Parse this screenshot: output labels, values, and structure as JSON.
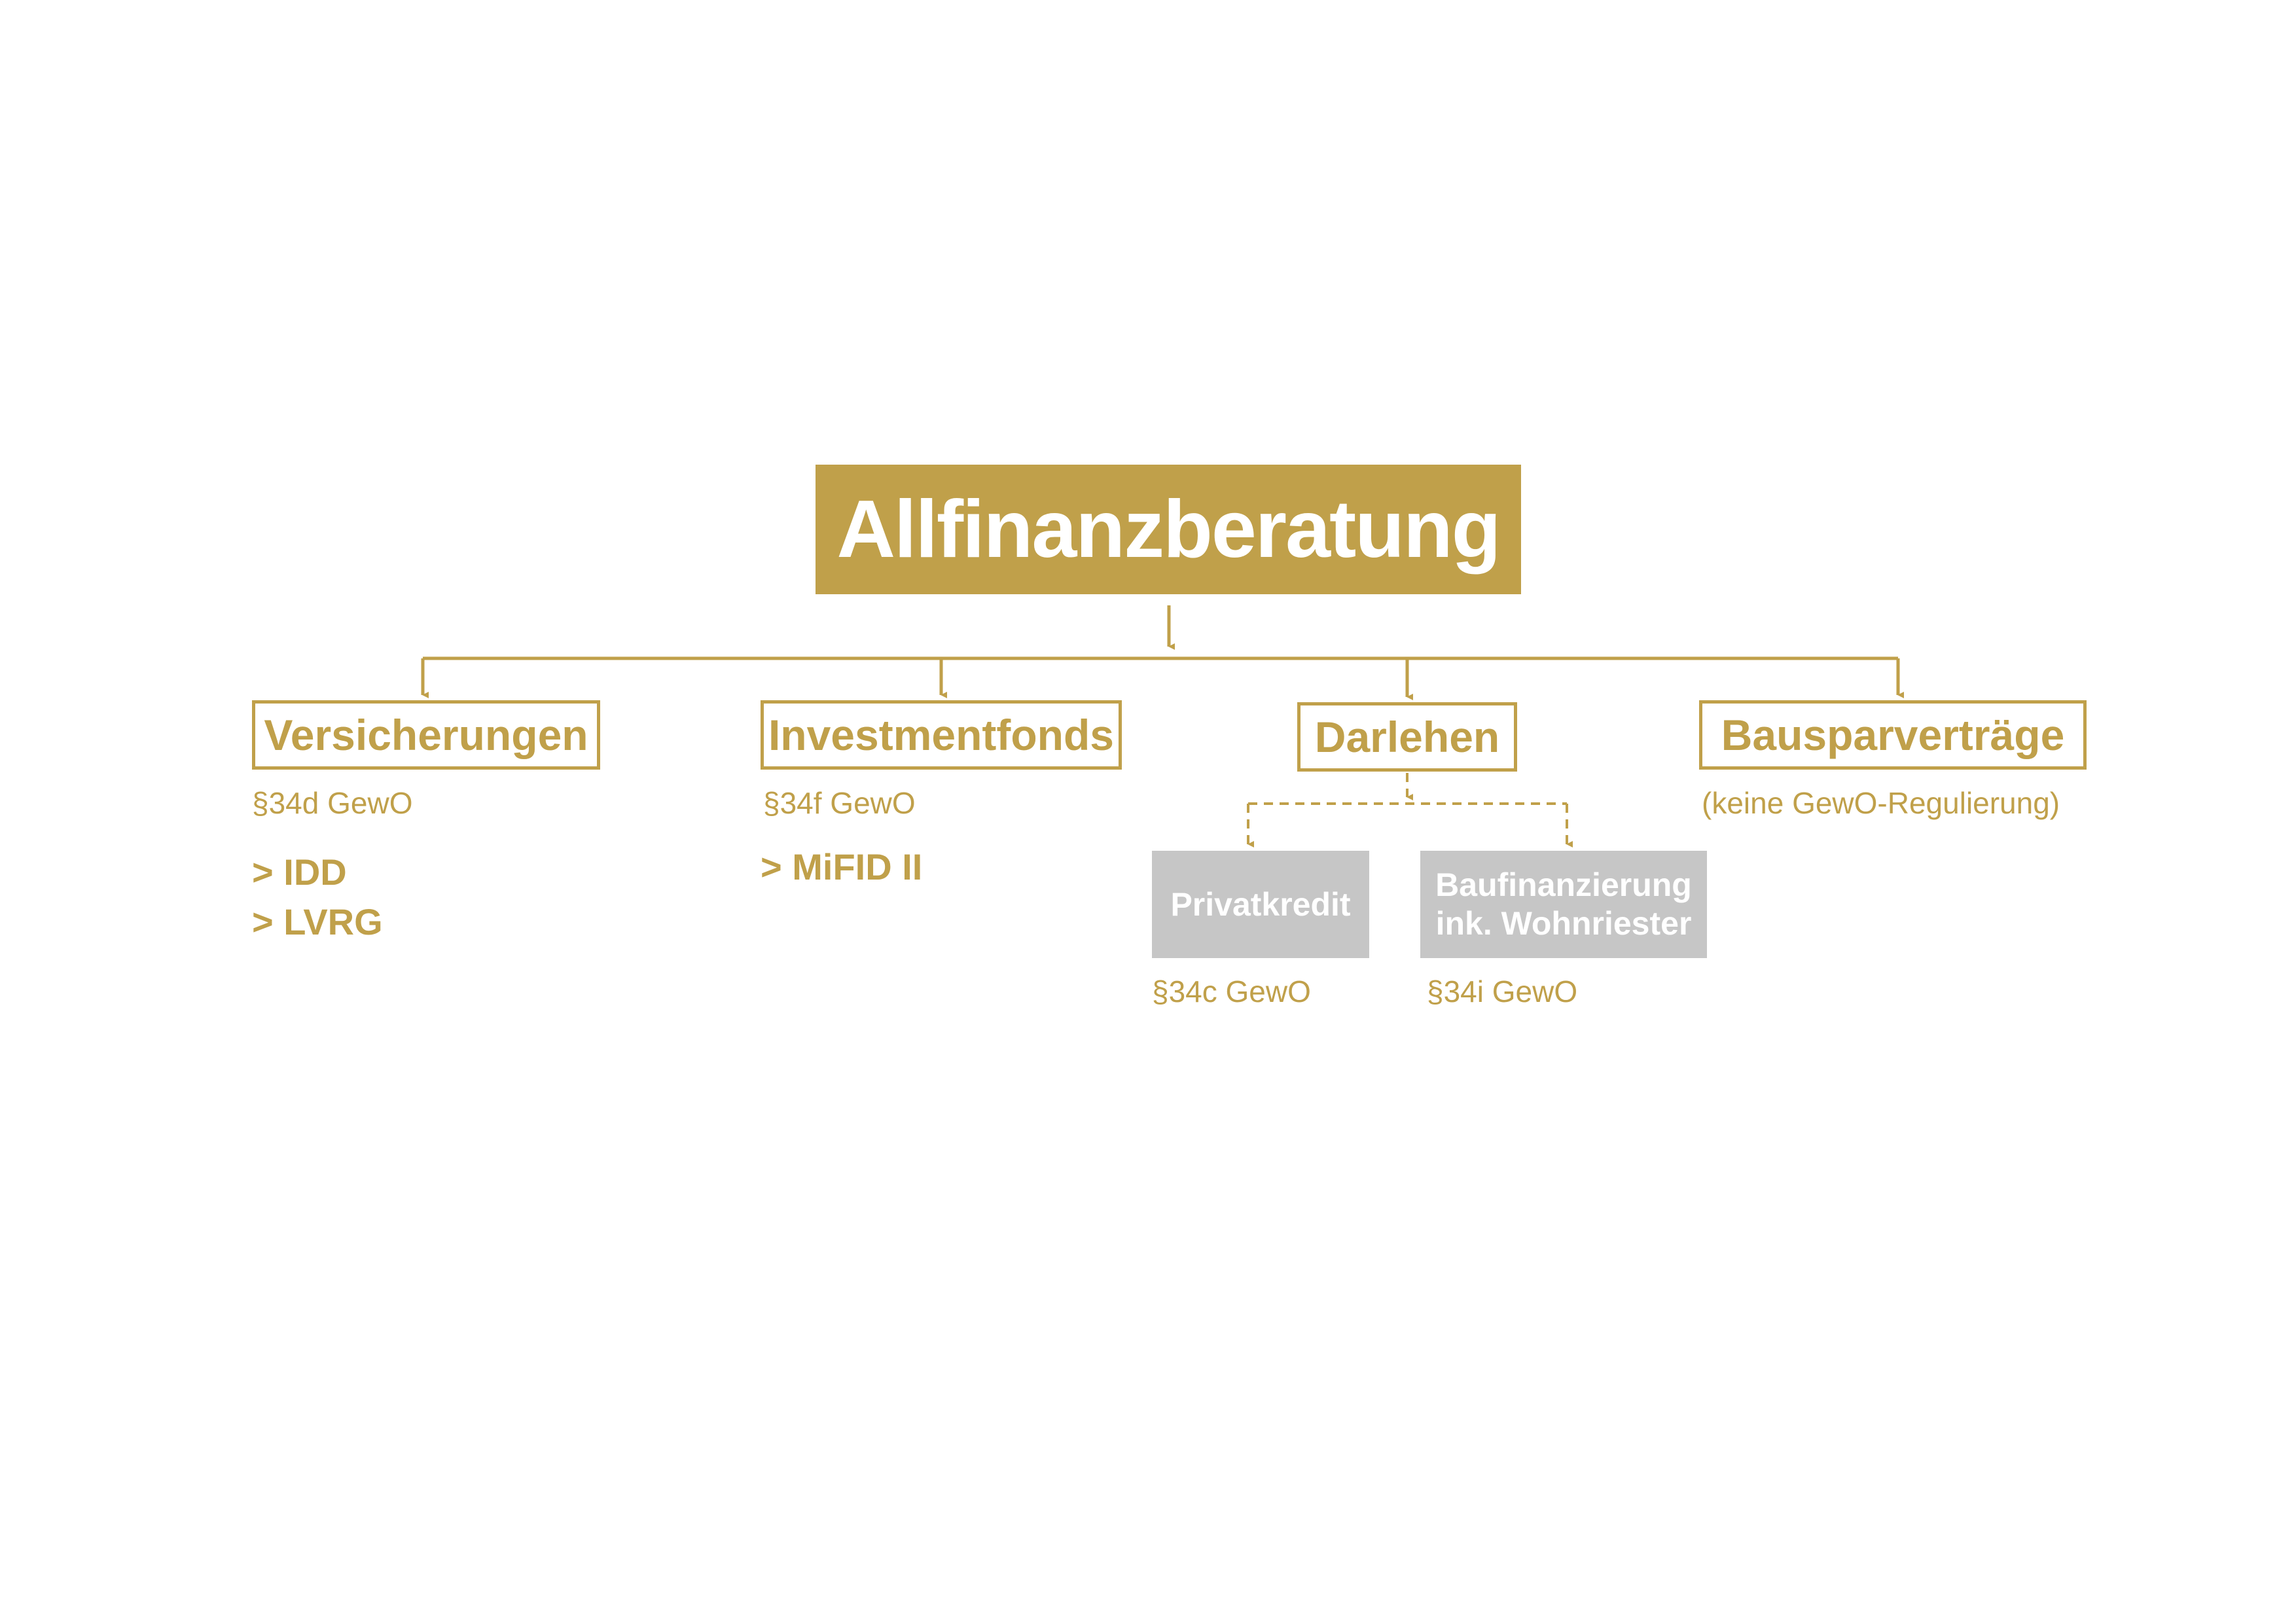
{
  "root": {
    "title": "Allfinanzberatung"
  },
  "categories": [
    {
      "label": "Versicherungen",
      "regulation": "§34d GewO",
      "laws": [
        "> IDD",
        "> LVRG"
      ]
    },
    {
      "label": "Investmentfonds",
      "regulation": "§34f GewO",
      "laws": [
        "> MiFID II"
      ]
    },
    {
      "label": "Darlehen",
      "subcategories": [
        {
          "label_lines": [
            "Privatkredit"
          ],
          "regulation": "§34c GewO"
        },
        {
          "label_lines": [
            "Baufinanzierung",
            "ink. Wohnriester"
          ],
          "regulation": "§34i GewO"
        }
      ]
    },
    {
      "label": "Bausparverträge",
      "regulation": "(keine GewO-Regulierung)"
    }
  ],
  "colors": {
    "gold": "#c0a04a",
    "grey": "#c6c6c6",
    "background": "#ffffff"
  }
}
